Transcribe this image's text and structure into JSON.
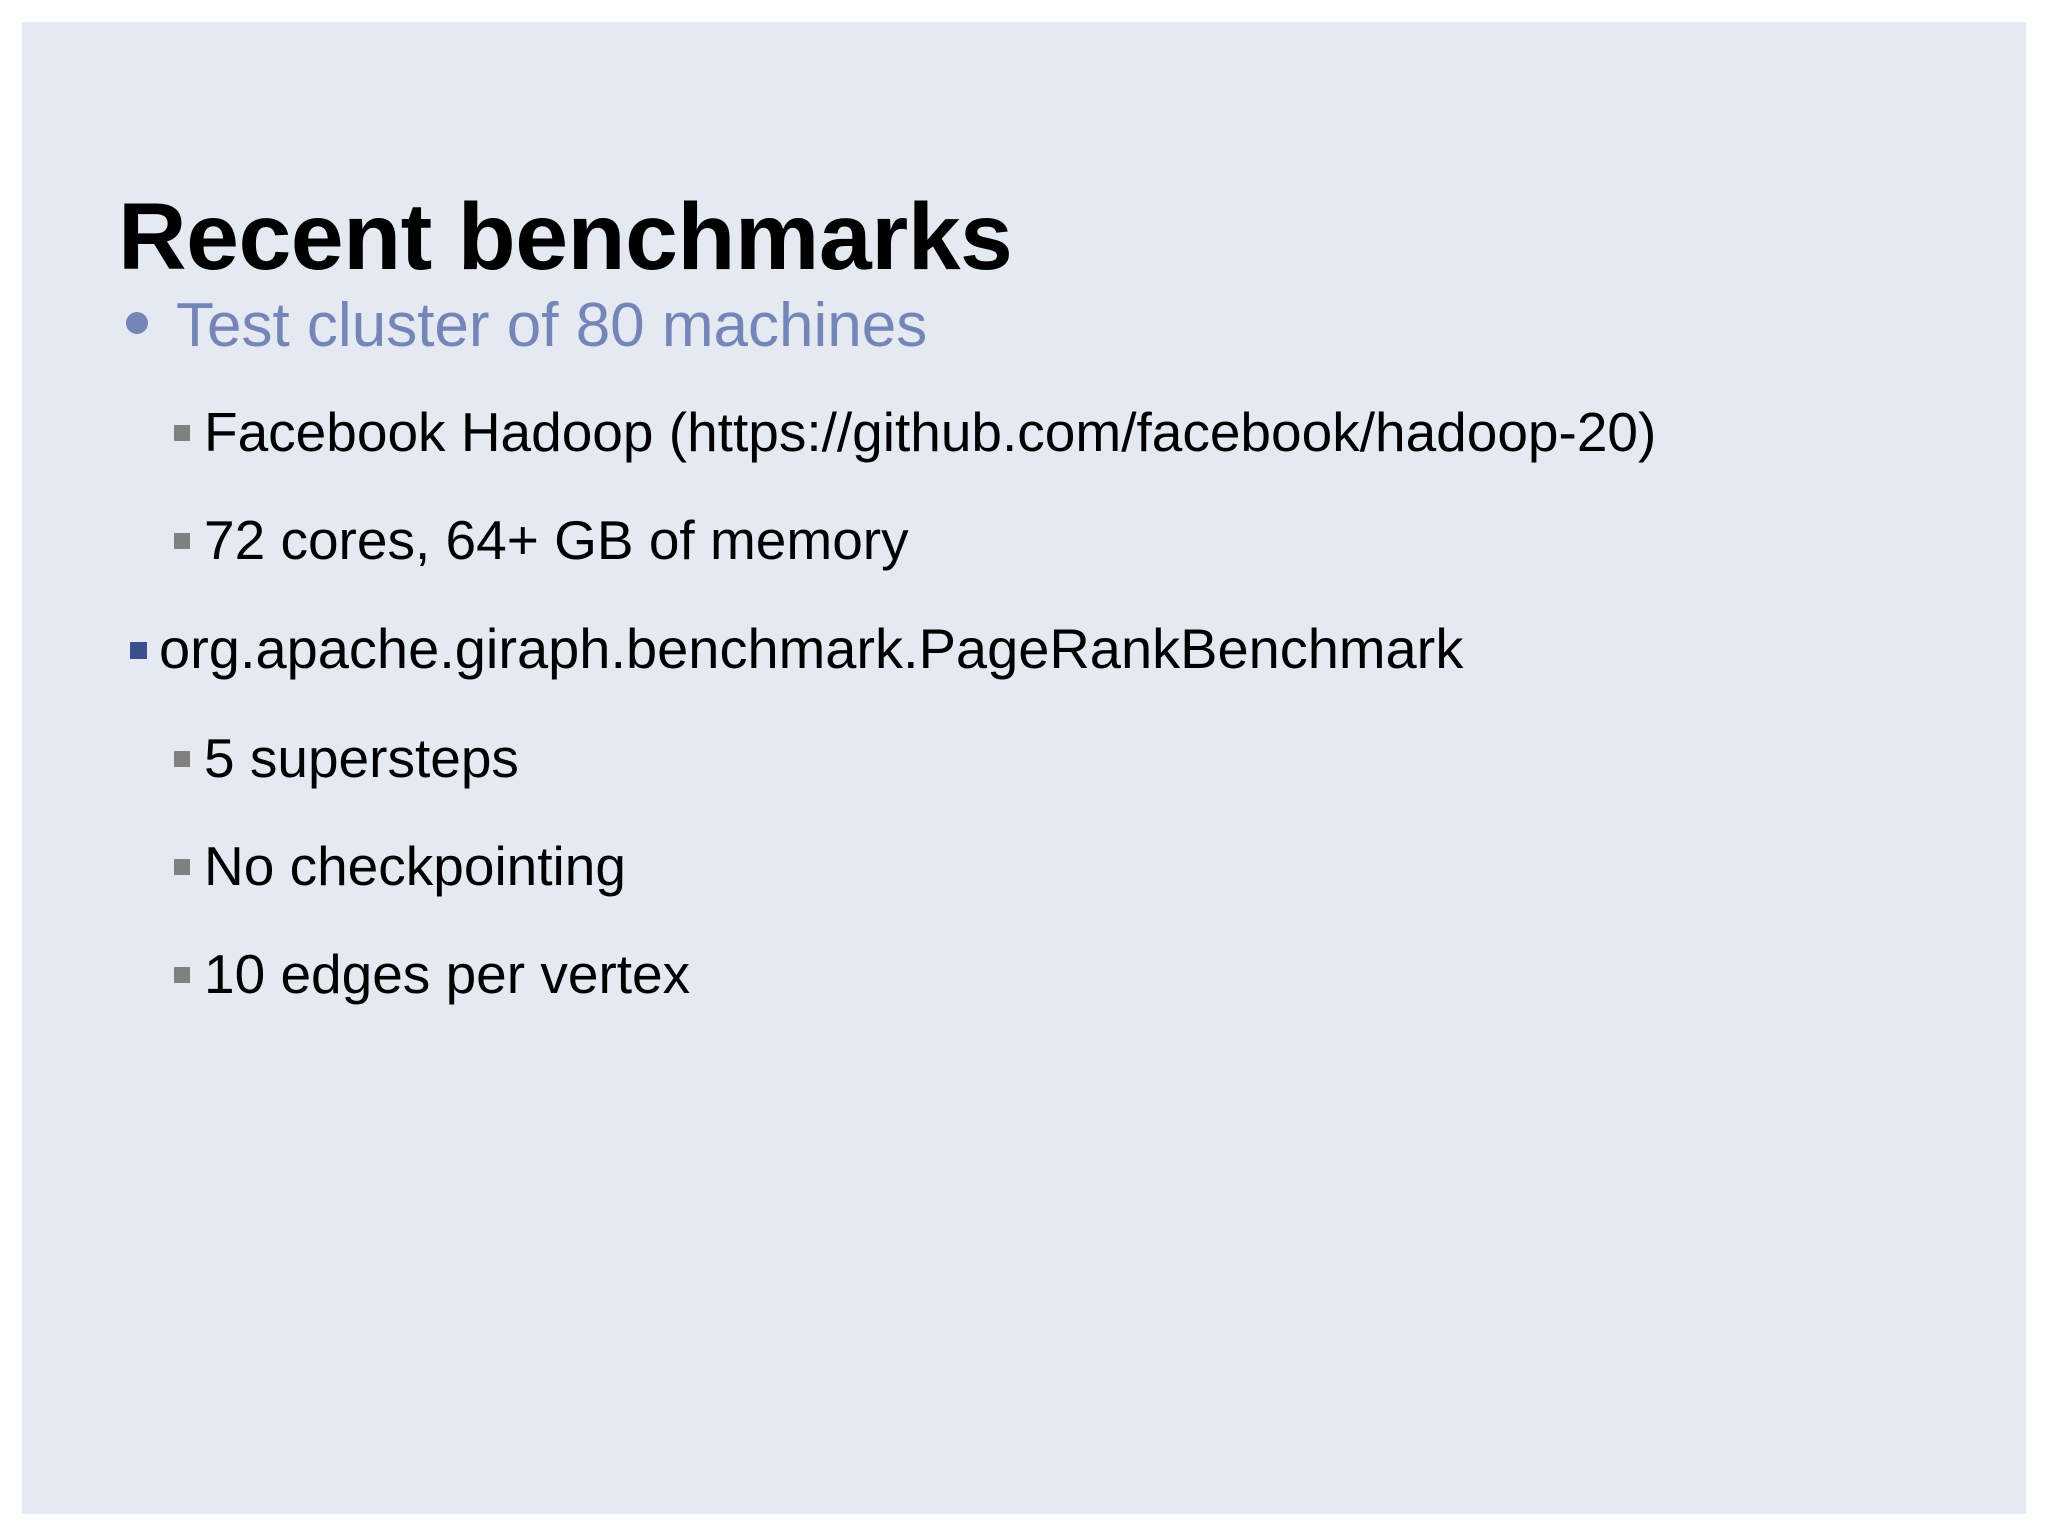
{
  "slide": {
    "title": "Recent benchmarks",
    "background_color": "#e4e9f2",
    "page_background_color": "#ffffff",
    "title_color": "#000000",
    "accent_color": "#7585b8",
    "level2_marker_color": "#3b4f8c",
    "level3_marker_color": "#808080",
    "body_text_color": "#000000",
    "items": [
      {
        "level": 1,
        "text": "Test cluster of 80 machines"
      },
      {
        "level": 3,
        "text": "Facebook Hadoop (https://github.com/facebook/hadoop-20)"
      },
      {
        "level": 3,
        "text": "72 cores, 64+ GB of memory"
      },
      {
        "level": 2,
        "text": "org.apache.giraph.benchmark.PageRankBenchmark"
      },
      {
        "level": 3,
        "text": "5 supersteps"
      },
      {
        "level": 3,
        "text": "No checkpointing"
      },
      {
        "level": 3,
        "text": "10 edges per vertex"
      }
    ]
  }
}
